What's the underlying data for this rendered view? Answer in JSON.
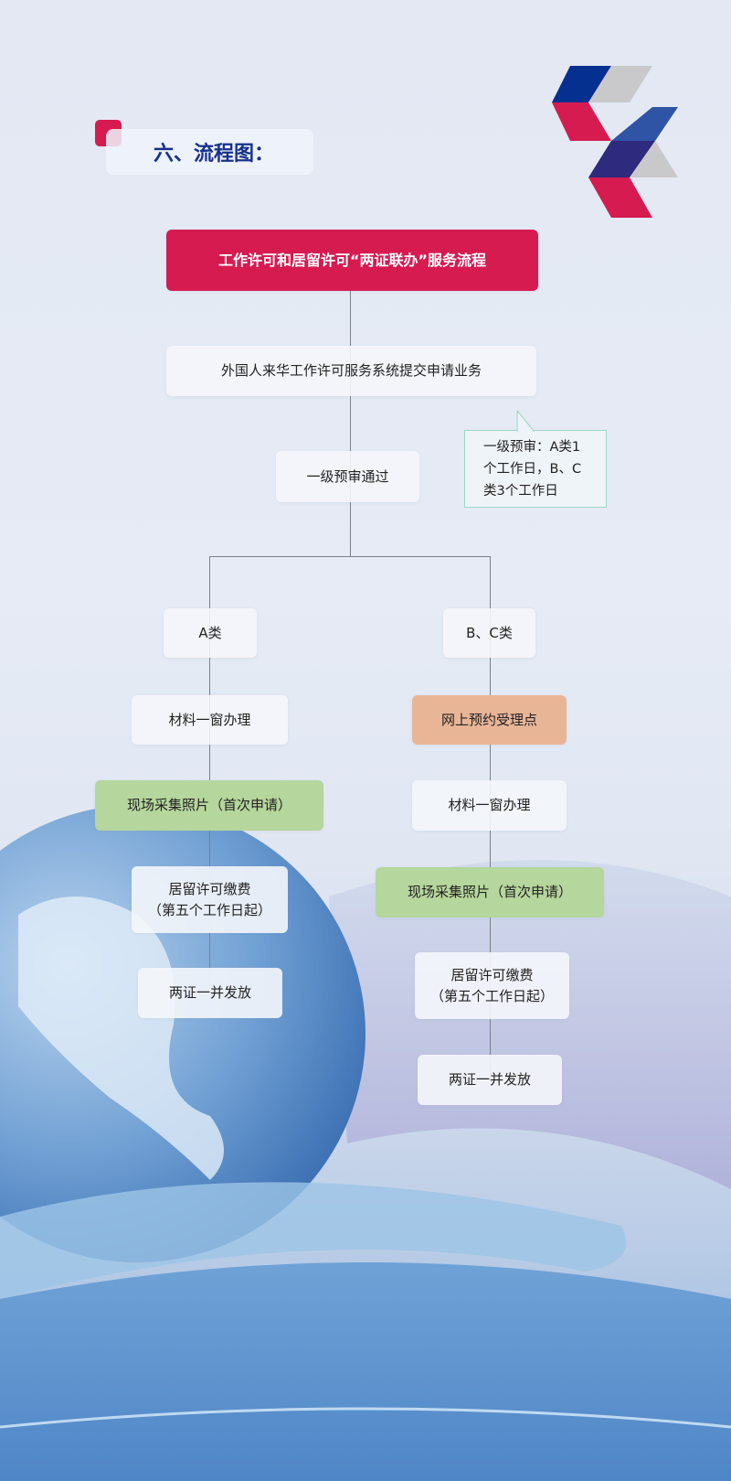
{
  "heading": "六、流程图：",
  "title": "工作许可和居留许可“两证联办”服务流程",
  "step_submit": "外国人来华工作许可服务系统提交申请业务",
  "step_precheck": "一级预审通过",
  "callout": {
    "line1": "一级预审：A类1",
    "line2": "个工作日，B、C",
    "line3": "类3个工作日"
  },
  "left": {
    "category": "A类",
    "materials": "材料一窗办理",
    "photo": "现场采集照片（首次申请）",
    "fee_line1": "居留许可缴费",
    "fee_line2": "（第五个工作日起）",
    "issue": "两证一并发放"
  },
  "right": {
    "category": "B、C类",
    "appointment": "网上预约受理点",
    "materials": "材料一窗办理",
    "photo": "现场采集照片（首次申请）",
    "fee_line1": "居留许可缴费",
    "fee_line2": "（第五个工作日起）",
    "issue": "两证一并发放"
  },
  "colors": {
    "title_red": "#d61b51",
    "heading_blue": "#17318a",
    "green": "#b5d69c",
    "orange": "#e9b597"
  }
}
